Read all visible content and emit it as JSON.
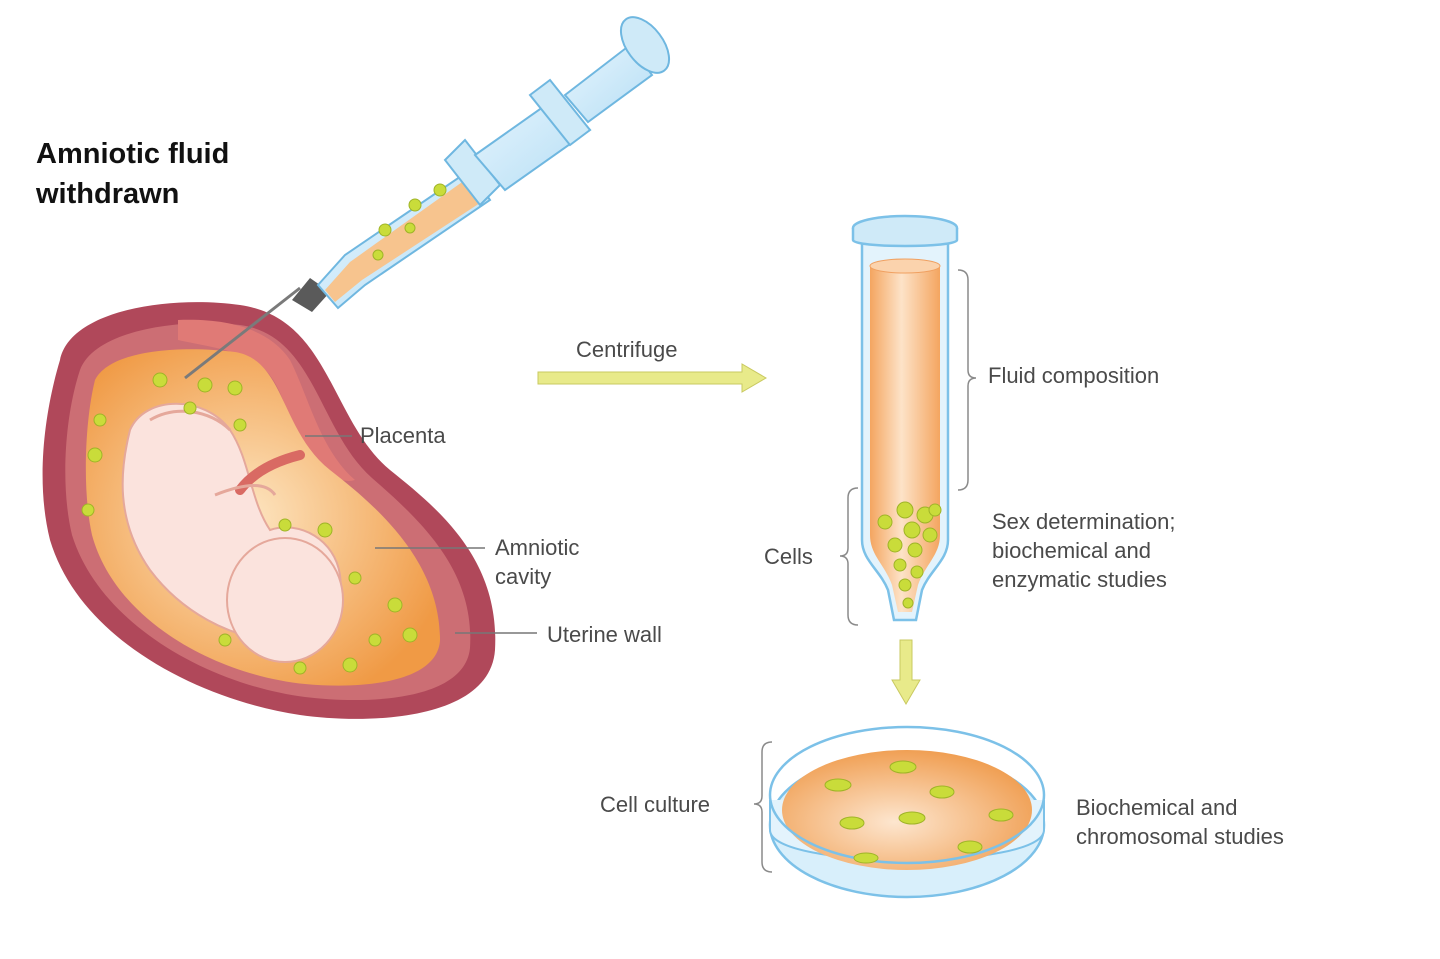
{
  "title_lines": [
    "Amniotic fluid",
    "withdrawn"
  ],
  "labels": {
    "placenta": "Placenta",
    "amniotic_cavity": [
      "Amniotic",
      "cavity"
    ],
    "uterine_wall": "Uterine wall",
    "centrifuge": "Centrifuge",
    "fluid_composition": "Fluid composition",
    "cells": "Cells",
    "sex_determination": [
      "Sex determination;",
      "biochemical and",
      "enzymatic studies"
    ],
    "cell_culture": "Cell culture",
    "biochemical_chromosomal": [
      "Biochemical and",
      "chromosomal studies"
    ]
  },
  "colors": {
    "uterine_wall": "#b0485a",
    "placenta": "#e07a76",
    "amniotic_fluid": "#f2a04e",
    "fetus_skin": "#fbe3dd",
    "cell": "#c9dc3a",
    "syringe_glass": "#cfeaf8",
    "arrow": "#e8ea8a"
  }
}
